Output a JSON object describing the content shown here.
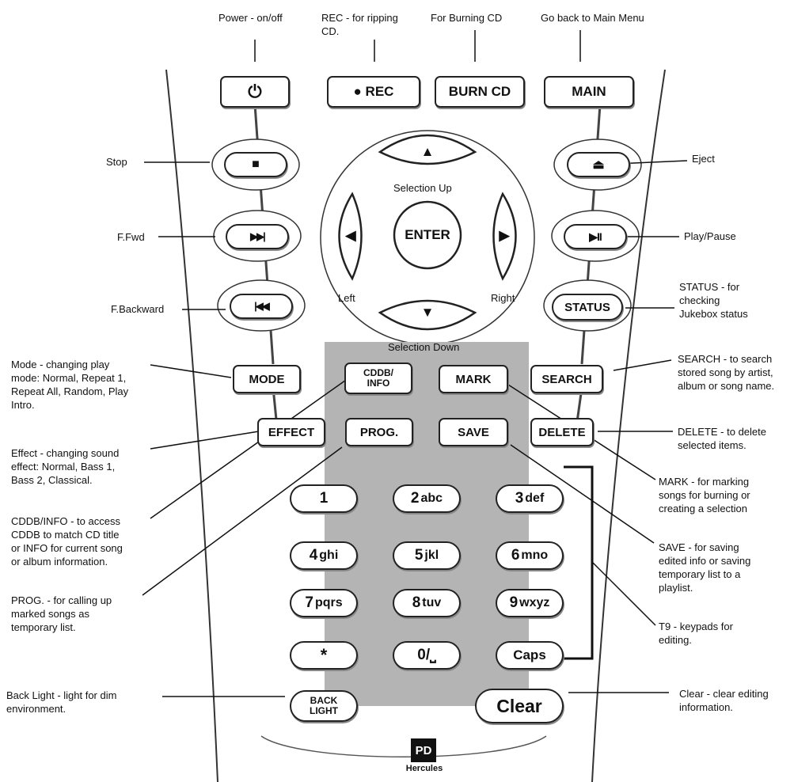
{
  "annotations": {
    "power": "Power - on/off",
    "rec": "REC - for ripping\nCD.",
    "burn": "For Burning CD",
    "main": "Go back to Main Menu",
    "stop": "Stop",
    "eject": "Eject",
    "ffwd": "F.Fwd",
    "playpause": "Play/Pause",
    "fback": "F.Backward",
    "status": "STATUS - for\nchecking\nJukebox status",
    "selection_up": "Selection Up",
    "selection_down": "Selection Down",
    "left": "Left",
    "right": "Right",
    "mode": "Mode - changing play\nmode: Normal, Repeat 1,\nRepeat All, Random, Play\nIntro.",
    "search": "SEARCH - to search\nstored song by artist,\nalbum or song name.",
    "delete": "DELETE - to delete\nselected items.",
    "effect": "Effect - changing sound\neffect: Normal, Bass 1,\nBass 2, Classical.",
    "cddb": "CDDB/INFO - to access\nCDDB to match CD title\nor INFO for current song\nor album information.",
    "mark": "MARK - for marking\nsongs for burning or\ncreating a selection",
    "save": "SAVE - for saving\nedited info or saving\ntemporary list to a\nplaylist.",
    "prog": "PROG. - for calling up\nmarked songs as\ntemporary list.",
    "t9": "T9 - keypads for\nediting.",
    "backlight": "Back Light - light for dim\nenvironment.",
    "clear": "Clear - clear editing\ninformation."
  },
  "buttons": {
    "power": "⏻",
    "rec": "● REC",
    "burn": "BURN CD",
    "main": "MAIN",
    "stop": "■",
    "eject": "⏏",
    "ffwd": "▶▶|",
    "playpause": "▶II",
    "fback": "|◀◀",
    "status": "STATUS",
    "up": "▲",
    "down": "▼",
    "left": "◀",
    "right": "▶",
    "enter": "ENTER",
    "mode": "MODE",
    "cddb_line1": "CDDB/",
    "cddb_line2": "INFO",
    "mark": "MARK",
    "search": "SEARCH",
    "effect": "EFFECT",
    "prog": "PROG.",
    "save": "SAVE",
    "delete": "DELETE",
    "k1": "1",
    "k2": "2",
    "k2s": "abc",
    "k3": "3",
    "k3s": "def",
    "k4": "4",
    "k4s": "ghi",
    "k5": "5",
    "k5s": "jkl",
    "k6": "6",
    "k6s": "mno",
    "k7": "7",
    "k7s": "pqrs",
    "k8": "8",
    "k8s": "tuv",
    "k9": "9",
    "k9s": "wxyz",
    "kstar": "*",
    "k0": "0/⎵",
    "caps": "Caps",
    "backlight_line1": "BACK",
    "backlight_line2": "LIGHT",
    "clearkey": "Clear"
  },
  "brand": {
    "logo": "PD",
    "name": "Hercules"
  },
  "colors": {
    "keypad_panel": "#b4b4b4",
    "outline": "#222222",
    "logo_bg": "#111111"
  }
}
